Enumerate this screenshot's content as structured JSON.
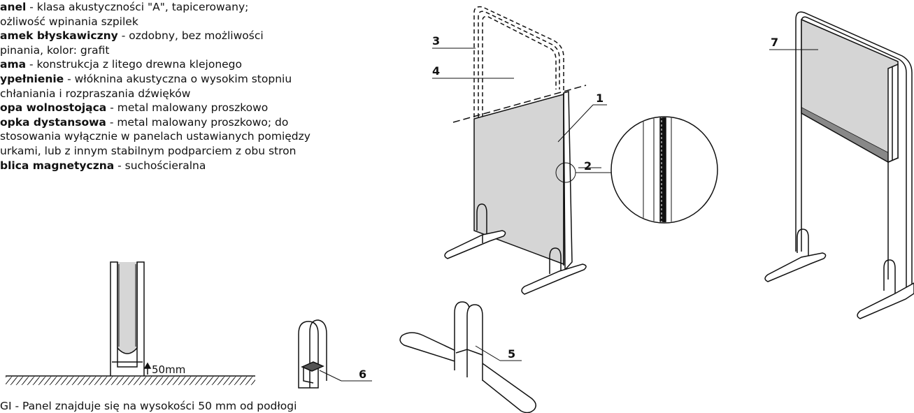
{
  "legend": [
    {
      "term": "anel",
      "desc": " - klasa akustyczności \"A\", tapicerowany;"
    },
    {
      "term": "",
      "desc": "ożliwość wpinania szpilek"
    },
    {
      "term": "amek błyskawiczny",
      "desc": " - ozdobny, bez możliwości"
    },
    {
      "term": "",
      "desc": "pinania, kolor: grafit"
    },
    {
      "term": "ama",
      "desc": " - konstrukcja z litego drewna klejonego"
    },
    {
      "term": "ypełnienie",
      "desc": " - włóknina akustyczna o wysokim stopniu"
    },
    {
      "term": "",
      "desc": "chłaniania i rozpraszania dźwięków"
    },
    {
      "term": "opa wolnostojąca",
      "desc": " - metal malowany proszkowo"
    },
    {
      "term": "opka dystansowa",
      "desc": " - metal malowany proszkowo; do"
    },
    {
      "term": "",
      "desc": "stosowania wyłącznie w panelach ustawianych pomiędzy"
    },
    {
      "term": "",
      "desc": "urkami, lub z innym stabilnym podparciem z obu stron"
    },
    {
      "term": "blica magnetyczna",
      "desc": " - suchościeralna"
    }
  ],
  "footnote": "GI - Panel znajduje się na wysokości 50 mm od podłogi",
  "dimension_label": "50mm",
  "callouts": {
    "panel": "1",
    "frame_clip": "2",
    "frame": "3",
    "filling": "4",
    "foot": "5",
    "spacer_foot": "6",
    "magnetic_board": "7"
  }
}
